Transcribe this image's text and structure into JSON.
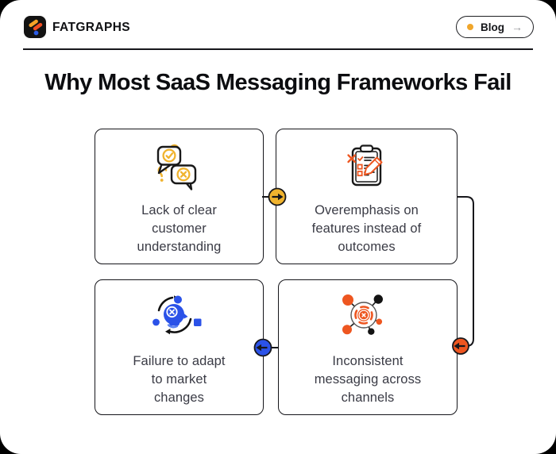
{
  "header": {
    "brand": "FATGRAPHS",
    "logo_icon": "fatgraphs-logo-icon",
    "blog": {
      "label": "Blog",
      "dot_icon": "amber-dot-icon",
      "arrow_glyph": "→"
    }
  },
  "title": "Why Most SaaS Messaging Frameworks Fail",
  "cards": [
    {
      "id": "card-1",
      "icon": "chat-bubbles-icon",
      "label": "Lack of clear customer understanding",
      "lines": [
        "Lack of clear",
        "customer",
        "understanding"
      ]
    },
    {
      "id": "card-2",
      "icon": "clipboard-checklist-icon",
      "label": "Overemphasis on features instead of outcomes",
      "lines": [
        "Overemphasis on",
        "features instead of",
        "outcomes"
      ]
    },
    {
      "id": "card-3",
      "icon": "adapt-refresh-icon",
      "label": "Failure to adapt to market changes",
      "lines": [
        "Failure to adapt",
        "to market",
        "changes"
      ]
    },
    {
      "id": "card-4",
      "icon": "network-target-icon",
      "label": "Inconsistent messaging across channels",
      "lines": [
        "Inconsistent",
        "messaging across",
        "channels"
      ]
    }
  ],
  "flow": {
    "arrows": [
      {
        "from": "card-1",
        "to": "card-2",
        "shape": "amber-circle-arrow-right"
      },
      {
        "from": "card-2",
        "to": "card-4",
        "shape": "orange-circle-arrow-left"
      },
      {
        "from": "card-4",
        "to": "card-3",
        "shape": "blue-circle-arrow-left"
      }
    ]
  },
  "colors": {
    "amber": "#F0B32E",
    "orange": "#EE5620",
    "blue": "#2B52E8",
    "ink": "#17171b",
    "body_text": "#3a3b45",
    "sheet": "#ffffff",
    "backdrop": "#000000"
  }
}
